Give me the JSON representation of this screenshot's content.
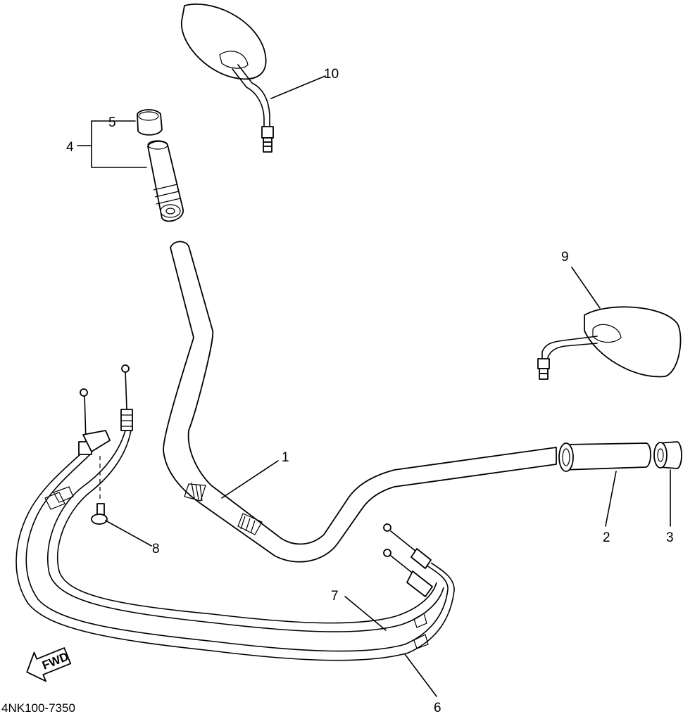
{
  "diagram": {
    "part_code": "4NK100-7350",
    "direction_label": "FWD",
    "callouts": [
      {
        "id": "1",
        "label": "1"
      },
      {
        "id": "2",
        "label": "2"
      },
      {
        "id": "3",
        "label": "3"
      },
      {
        "id": "4",
        "label": "4"
      },
      {
        "id": "5",
        "label": "5"
      },
      {
        "id": "6",
        "label": "6"
      },
      {
        "id": "7",
        "label": "7"
      },
      {
        "id": "8",
        "label": "8"
      },
      {
        "id": "9",
        "label": "9"
      },
      {
        "id": "10",
        "label": "10"
      }
    ]
  }
}
